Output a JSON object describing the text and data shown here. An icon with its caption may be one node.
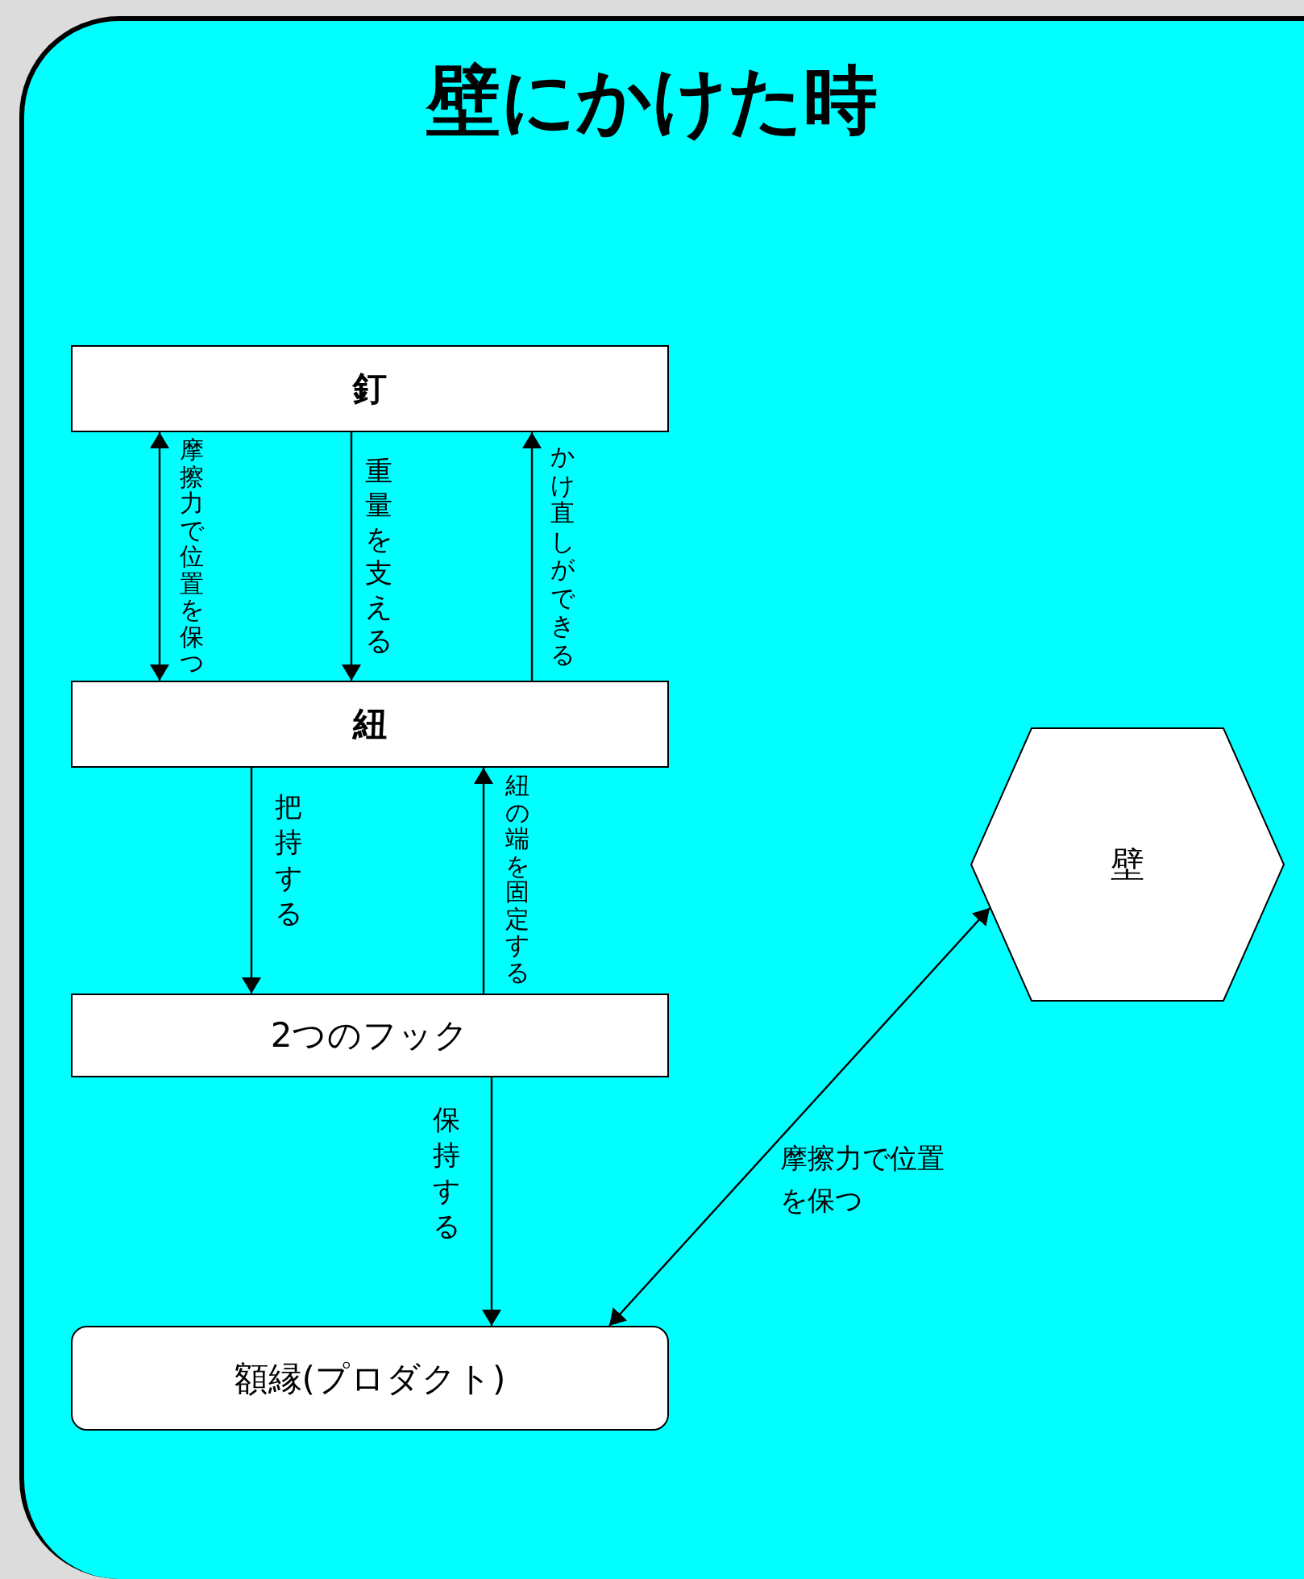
{
  "diagram": {
    "title": "壁にかけた時",
    "nodes": [
      {
        "text": [
          "釘"
        ]
      },
      {
        "text": [
          "紐"
        ]
      },
      {
        "text": [
          "2つのフック"
        ]
      },
      {
        "text": [
          "額縁(プロダクト)"
        ]
      },
      {
        "text": [
          "壁"
        ]
      }
    ],
    "edges": [
      {
        "from": 1,
        "to": 0,
        "arrow": "both",
        "label": "摩擦力で位置を保つ"
      },
      {
        "from": 0,
        "to": 1,
        "arrow": "to",
        "label": "重量を支える"
      },
      {
        "from": 1,
        "to": 0,
        "arrow": "to",
        "label": "かけ直しができる"
      },
      {
        "from": 1,
        "to": 2,
        "arrow": "to",
        "label": "把持する"
      },
      {
        "from": 2,
        "to": 1,
        "arrow": "to",
        "label": "紐の端を固定する"
      },
      {
        "from": 2,
        "to": 3,
        "arrow": "to",
        "label": "保持する"
      },
      {
        "from": 4,
        "to": 3,
        "arrow": "both",
        "label": "摩擦力で位置を保つ"
      }
    ]
  }
}
